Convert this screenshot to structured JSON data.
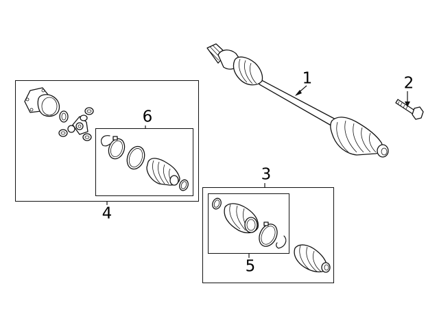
{
  "callouts": {
    "c1": "1",
    "c2": "2",
    "c3": "3",
    "c4": "4",
    "c5": "5",
    "c6": "6"
  },
  "icons": {
    "axle_shaft": "axle-shaft-assembly-icon",
    "bolt": "axle-bolt-icon",
    "inner_joint": "inner-cv-joint-kit-icon",
    "outer_joint": "outer-cv-joint-kit-icon",
    "inner_boot": "inner-boot-kit-icon",
    "outer_boot": "outer-boot-kit-icon"
  },
  "colors": {
    "line": "#111111",
    "background": "#ffffff"
  }
}
